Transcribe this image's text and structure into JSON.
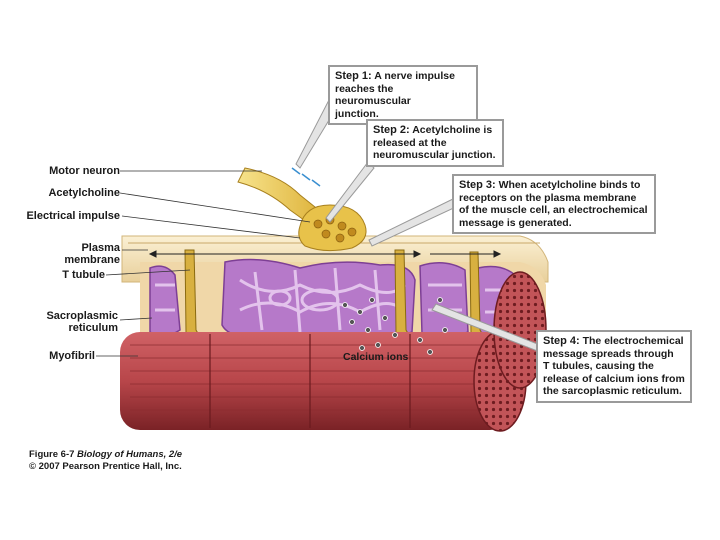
{
  "labels": {
    "motor_neuron": "Motor neuron",
    "acetylcholine": "Acetylcholine",
    "electrical_impulse": "Electrical impulse",
    "plasma_membrane_1": "Plasma",
    "plasma_membrane_2": "membrane",
    "t_tubule": "T tubule",
    "sarcoplasmic_1": "Sacroplasmic",
    "sarcoplasmic_2": "reticulum",
    "myofibril": "Myofibril",
    "calcium_ions": "Calcium ions"
  },
  "steps": [
    {
      "step": "Step 1:",
      "lines": [
        "A nerve impulse",
        "reaches the neuromuscular",
        "junction."
      ]
    },
    {
      "step": "Step 2:",
      "lines": [
        "Acetylcholine is",
        "released at the",
        "neuromuscular junction."
      ]
    },
    {
      "step": "Step 3:",
      "lines": [
        "When acetylcholine binds to",
        "receptors on the plasma membrane",
        "of the muscle cell, an electrochemical",
        "message is generated."
      ]
    },
    {
      "step": "Step 4:",
      "lines": [
        "The electrochemical",
        "message spreads through",
        "T tubules, causing the",
        "release of calcium ions from",
        "the sarcoplasmic reticulum."
      ]
    }
  ],
  "caption": {
    "figure": "Figure 6-7",
    "book": "Biology of Humans, 2/e",
    "copyright": "© 2007 Pearson Prentice Hall, Inc."
  },
  "colors": {
    "muscle": "#b8464a",
    "muscle_dark": "#7a2226",
    "muscle_light": "#d9787a",
    "membrane": "#f5e1b8",
    "reticulum": "#b679c9",
    "reticulum_light": "#d9b3e3",
    "nerve": "#e8c24a",
    "nerve_light": "#f7e38c"
  }
}
